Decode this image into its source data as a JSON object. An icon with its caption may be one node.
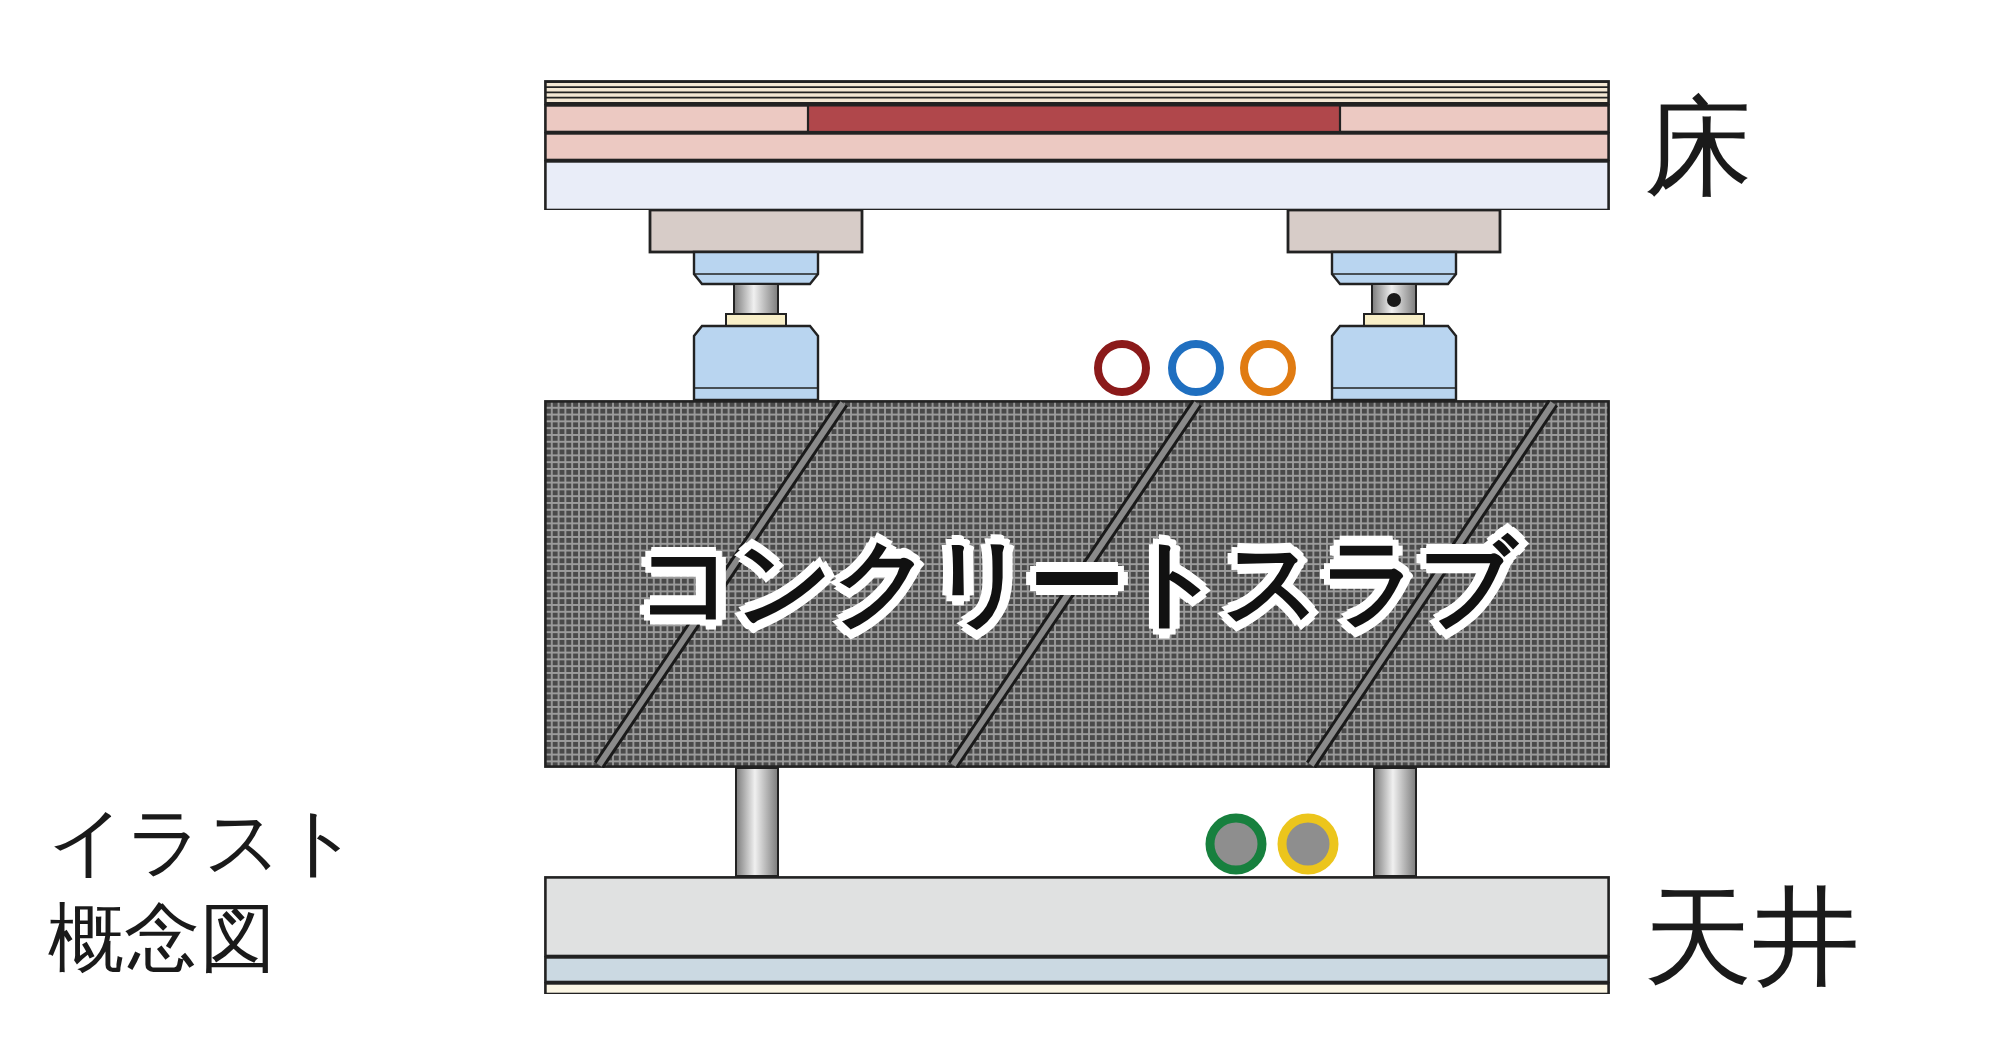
{
  "diagram": {
    "nodes": [
      {
        "text": [],
        "shape": "box",
        "beside": [
          "床"
        ]
      },
      {
        "text": [
          "コンクリートスラブ"
        ]
      },
      {
        "text": [],
        "shape": "box",
        "beside": [
          "天井"
        ]
      }
    ],
    "labels": [
      "イラスト概念図"
    ]
  }
}
